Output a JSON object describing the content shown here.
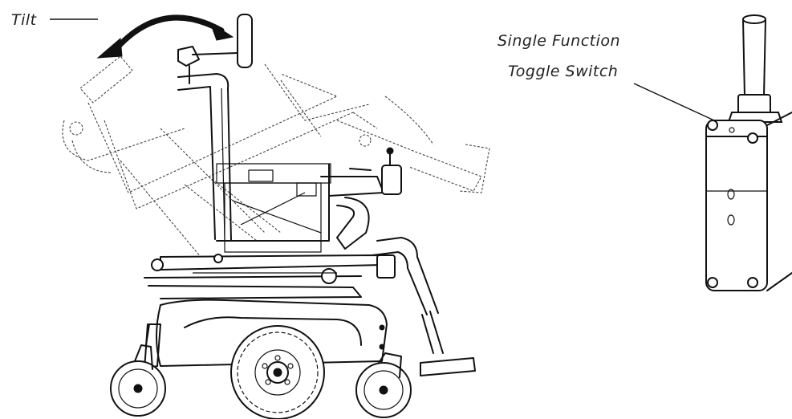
{
  "labels": {
    "tilt": "Tilt",
    "switch_line1": "Single Function",
    "switch_line2": "Toggle Switch"
  },
  "colors": {
    "line": "#111111",
    "background": "#ffffff"
  }
}
